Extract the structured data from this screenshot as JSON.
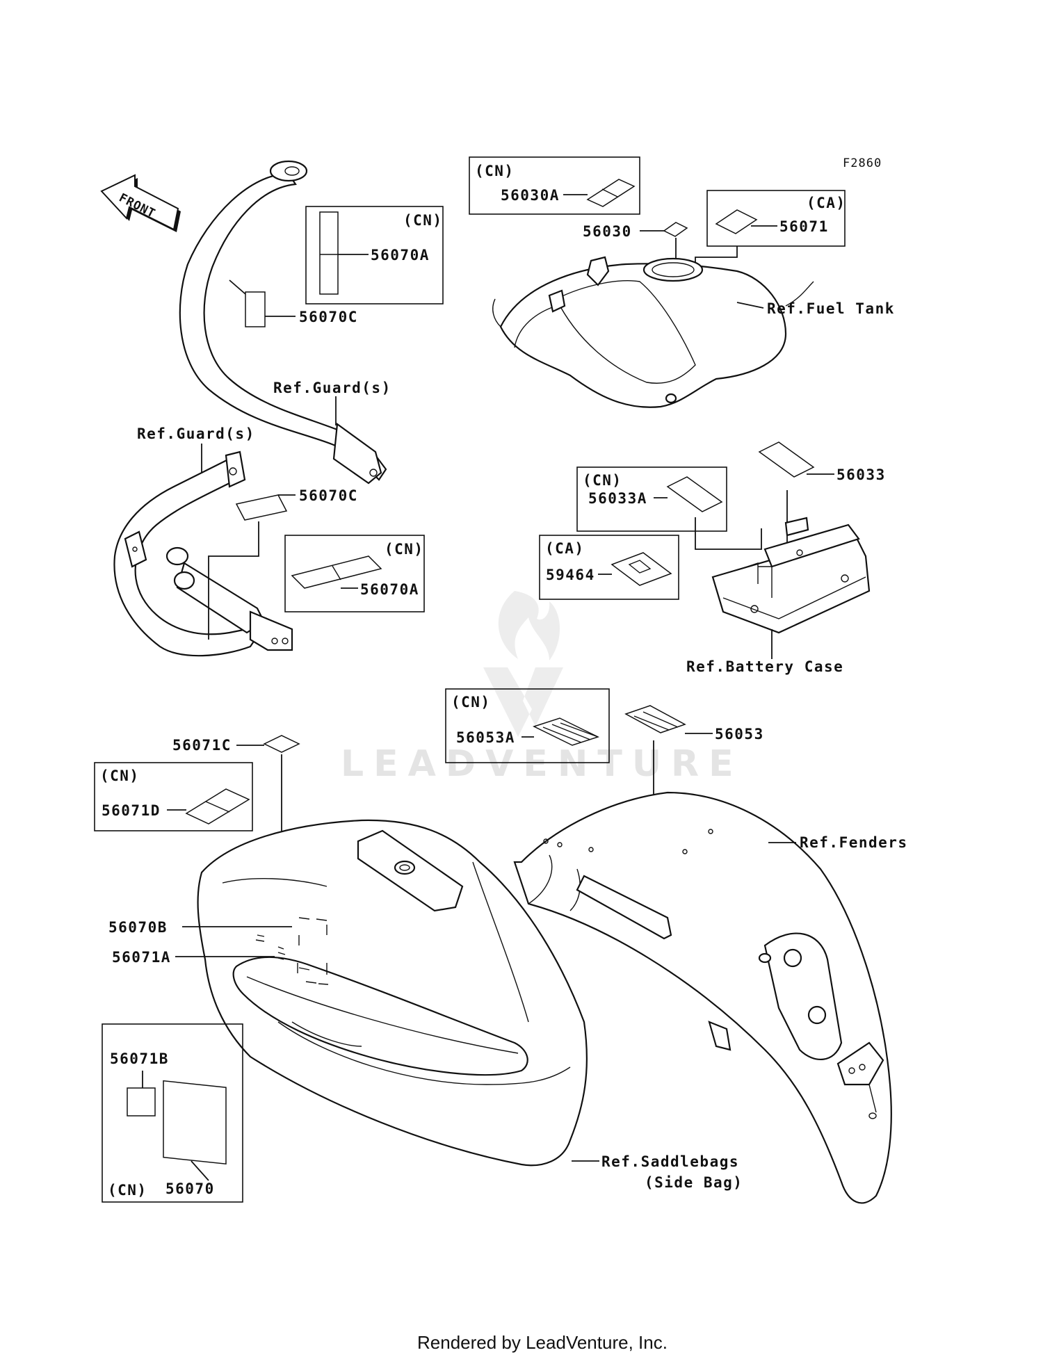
{
  "diagram_code": "F2860",
  "watermark": "LEADVENTURE",
  "footer": "Rendered by LeadVenture, Inc.",
  "front_arrow": "FRONT",
  "region_tags": {
    "cn": "(CN)",
    "ca": "(CA)"
  },
  "parts": {
    "p56030A": "56030A",
    "p56030": "56030",
    "p56071": "56071",
    "p56070A": "56070A",
    "p56070C": "56070C",
    "p56033": "56033",
    "p56033A": "56033A",
    "p59464": "59464",
    "p56053": "56053",
    "p56053A": "56053A",
    "p56071C": "56071C",
    "p56071D": "56071D",
    "p56070B": "56070B",
    "p56071A": "56071A",
    "p56071B": "56071B",
    "p56070": "56070"
  },
  "refs": {
    "fuel_tank": "Ref.Fuel Tank",
    "guards": "Ref.Guard(s)",
    "battery_case": "Ref.Battery Case",
    "fenders": "Ref.Fenders",
    "saddlebags": "Ref.Saddlebags",
    "side_bag": "(Side Bag)"
  }
}
